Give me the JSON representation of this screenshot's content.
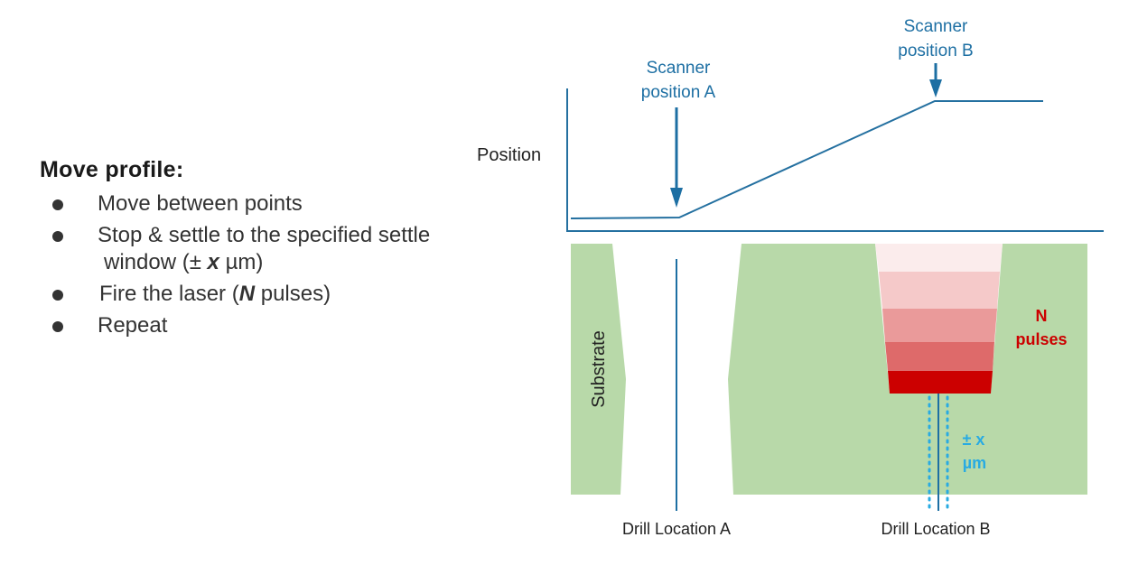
{
  "move_profile": {
    "heading": "Move profile:",
    "items": [
      {
        "text": "Move between points"
      },
      {
        "text": "Stop & settle to the specified settle",
        "continuation_prefix": "window (± ",
        "continuation_var": "x",
        "continuation_suffix": " µm)"
      },
      {
        "text_prefix": "Fire the laser (",
        "text_var": "N",
        "text_suffix": " pulses)"
      },
      {
        "text": "Repeat"
      }
    ]
  },
  "diagram": {
    "y_axis_label": "Position",
    "scanner_a": {
      "line1": "Scanner",
      "line2": "position A"
    },
    "scanner_b": {
      "line1": "Scanner",
      "line2": "position B"
    },
    "substrate_label": "Substrate",
    "pulses_label": {
      "line1": "N",
      "line2": "pulses"
    },
    "tolerance_label": {
      "line1": "± x",
      "line2": "µm"
    },
    "drill_a": "Drill Location A",
    "drill_b": "Drill Location B",
    "colors": {
      "profile_line": "#2470a0",
      "annotation_blue": "#1d6fa3",
      "substrate_green": "#b8d9a9",
      "laser_red": "#cc0000",
      "tolerance_cyan": "#29abe2"
    },
    "pulse_layer_colors": [
      "#fbecec",
      "#f5c9c9",
      "#ea9a9a",
      "#de6a6a",
      "#cc0000"
    ]
  }
}
